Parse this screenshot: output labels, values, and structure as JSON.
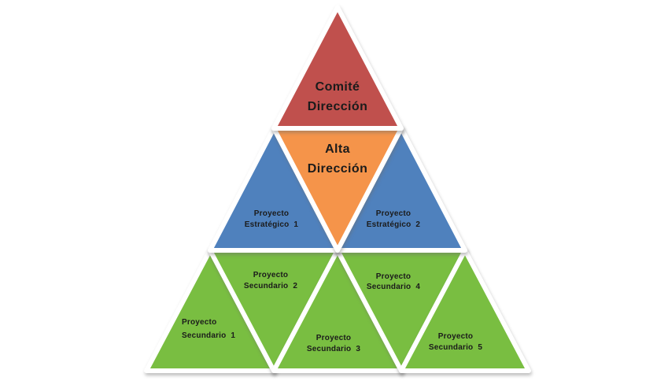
{
  "colors": {
    "red": "#C0504D",
    "orange": "#F5944A",
    "blue": "#4F81BD",
    "green": "#79BE41",
    "border": "#FFFFFF",
    "text": "#1B1B1B",
    "background": "#FFFFFF"
  },
  "pyramid": {
    "top": {
      "line1": "Comité",
      "line2": "Dirección"
    },
    "middle": {
      "center": {
        "line1": "Alta",
        "line2": "Dirección"
      },
      "left": {
        "line1": "Proyecto",
        "line2": "Estratégico  1"
      },
      "right": {
        "line1": "Proyecto",
        "line2": "Estratégico  2"
      }
    },
    "bottom": [
      {
        "line1": "Proyecto",
        "line2": "Secundario  1"
      },
      {
        "line1": "Proyecto",
        "line2": "Secundario  2"
      },
      {
        "line1": "Proyecto",
        "line2": "Secundario  3"
      },
      {
        "line1": "Proyecto",
        "line2": "Secundario  4"
      },
      {
        "line1": "Proyecto",
        "line2": "Secundario  5"
      }
    ]
  }
}
